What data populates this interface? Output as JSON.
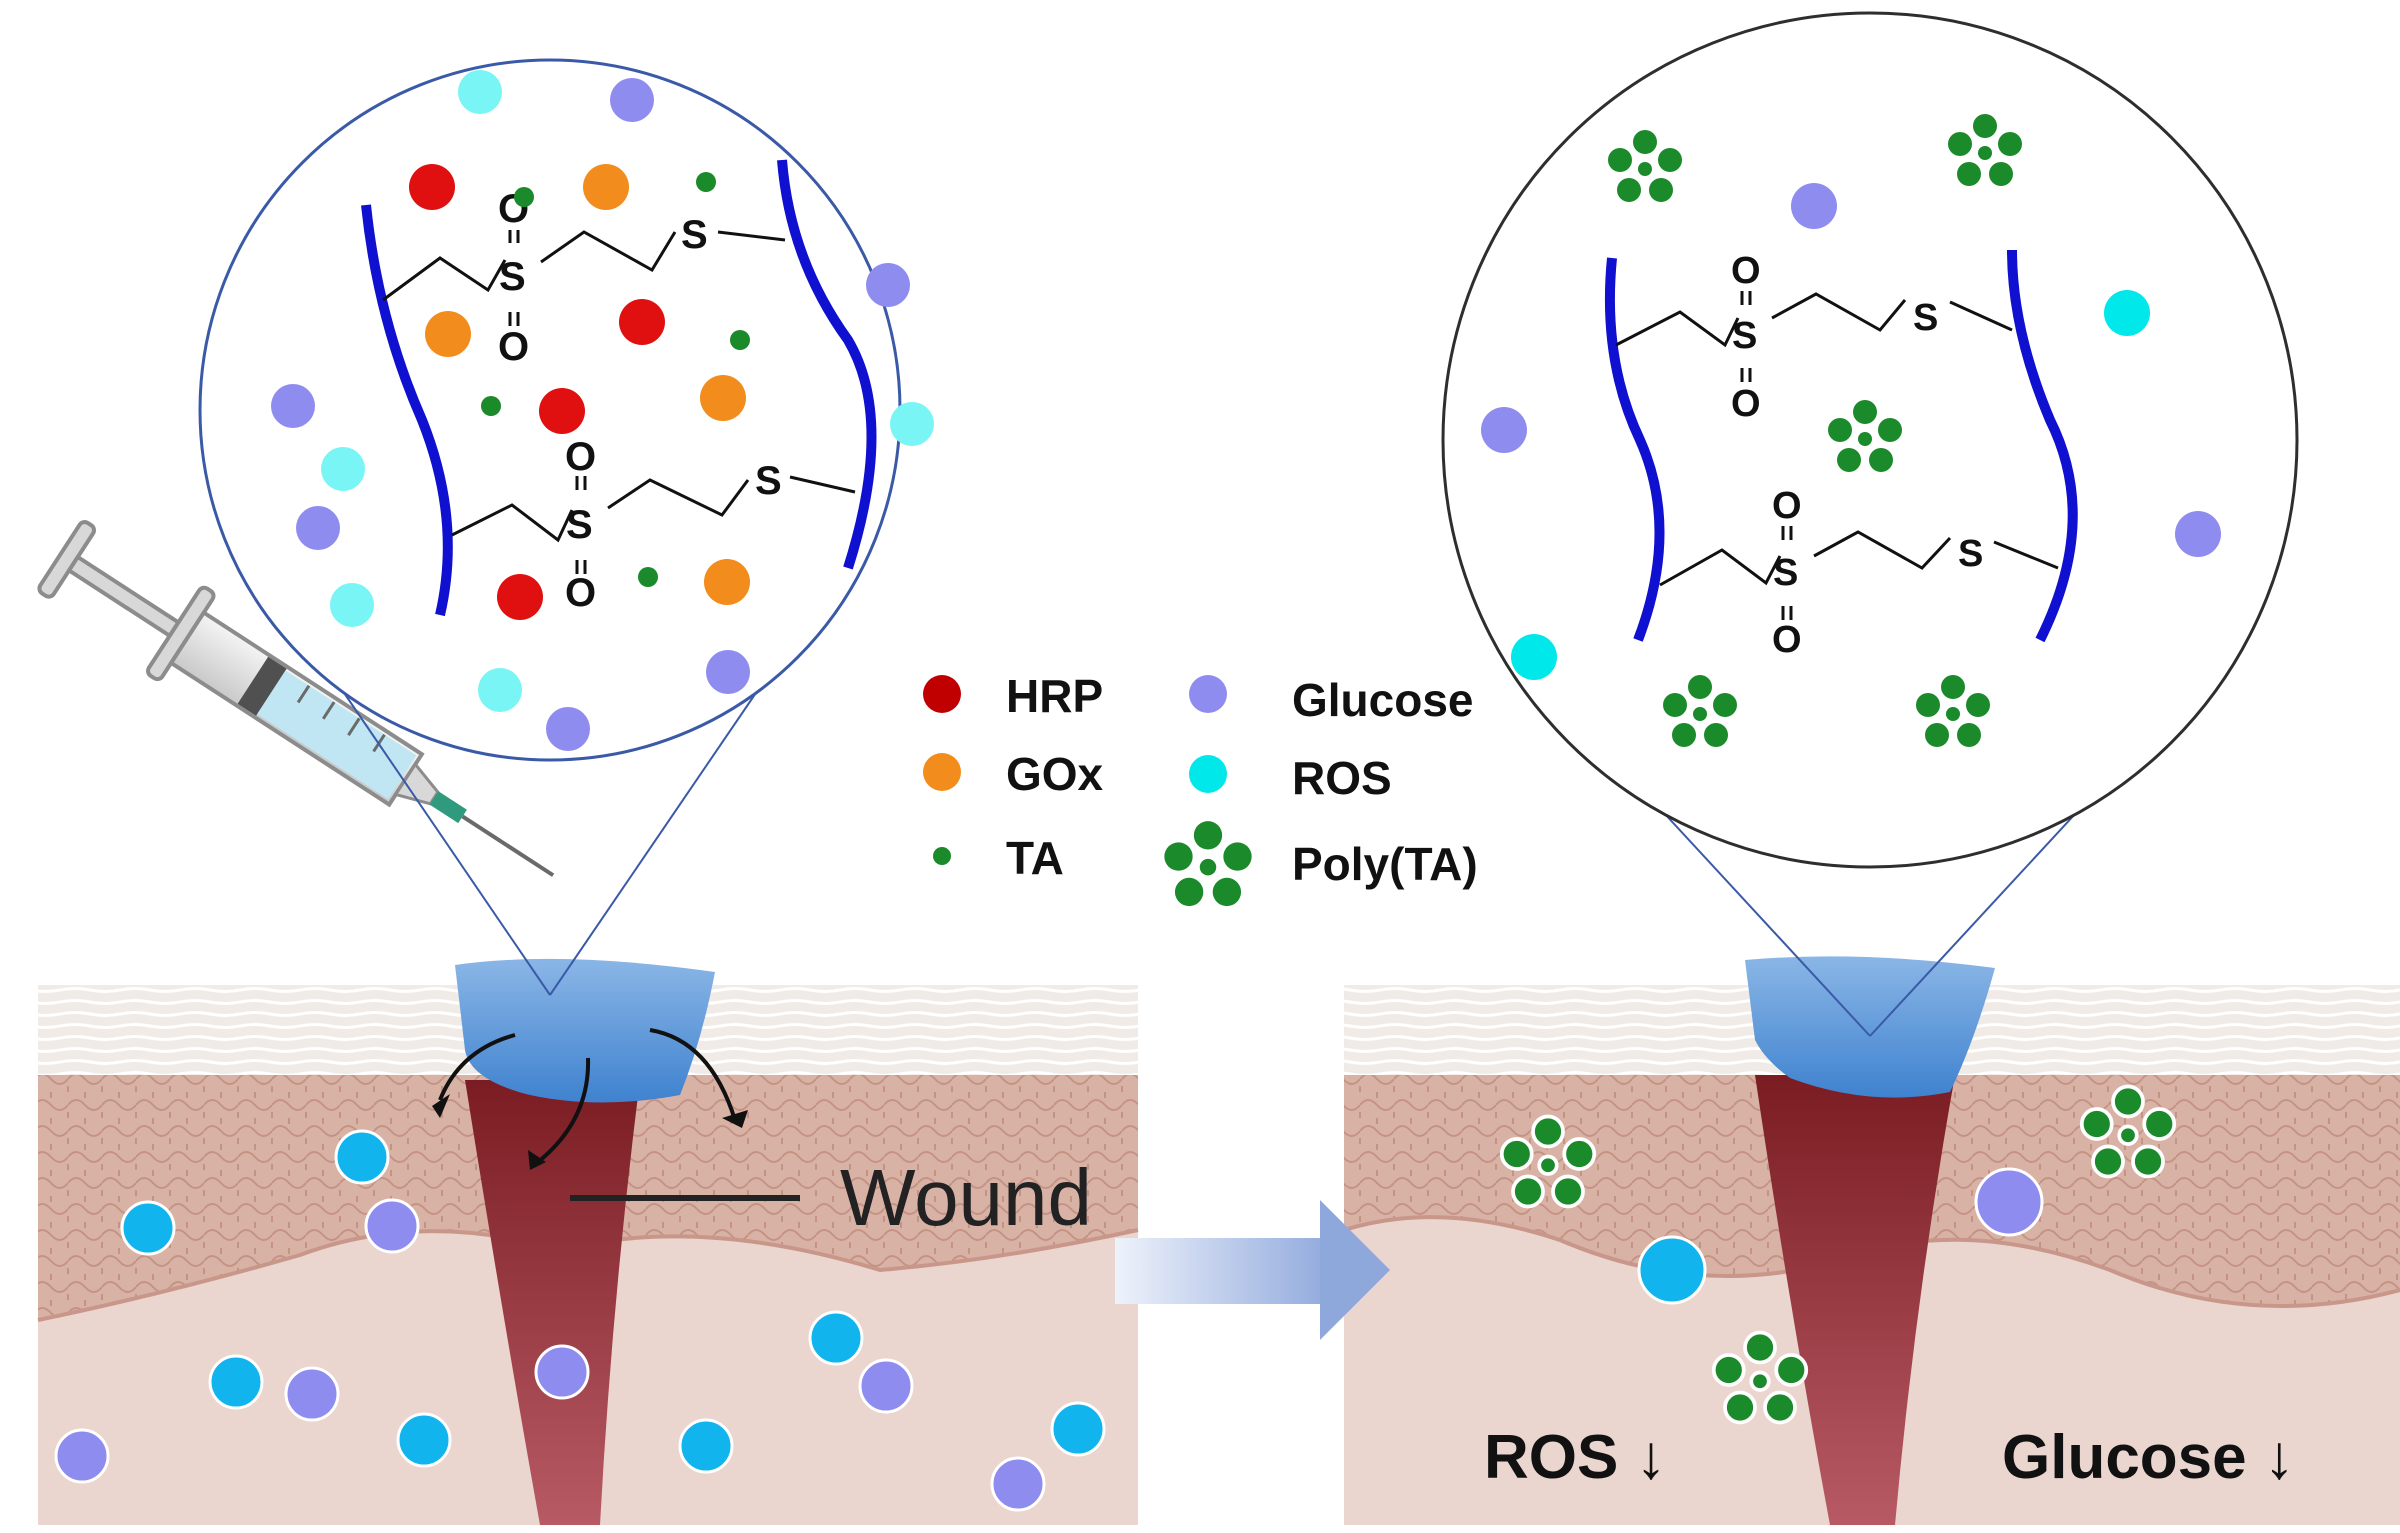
{
  "legend": {
    "hrp": "HRP",
    "gox": "GOx",
    "ta": "TA",
    "glucose": "Glucose",
    "ros": "ROS",
    "poly_ta": "Poly(TA)"
  },
  "labels": {
    "wound": "Wound",
    "ros_down": "ROS ↓",
    "glucose_down": "Glucose ↓"
  },
  "chem": {
    "sulfur": "S",
    "oxygen": "O"
  },
  "colors": {
    "hrp": "#e01010",
    "gox": "#f28c1c",
    "ta": "#1a8a2a",
    "glucose": "#8f8cf0",
    "ros": "#7af5f5",
    "tissue_ros": "#12b4ee",
    "polymer": "#1010d0",
    "wound": "#7e1e24",
    "hydrogel": "#4a8ed6"
  },
  "icons": {
    "syringe": "syringe-icon",
    "arrow": "right-arrow-icon"
  }
}
